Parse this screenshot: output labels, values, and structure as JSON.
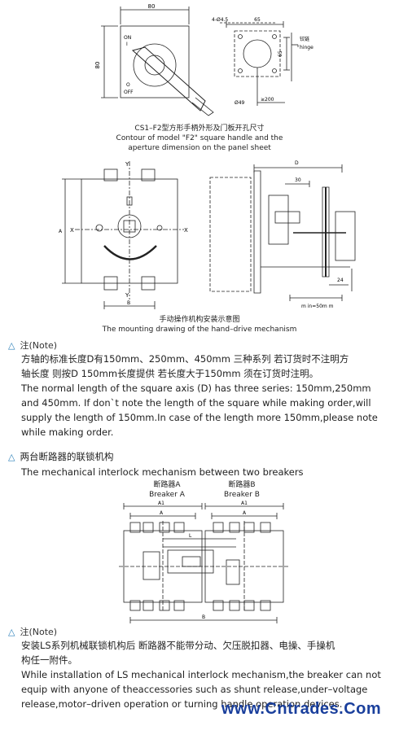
{
  "fig1": {
    "dim_80_top": "80",
    "dim_80_side": "80",
    "dim_holes": "4-Ø4.5",
    "dim_65_top": "65",
    "dim_65_side": "65",
    "label_on": "ON",
    "label_i": "I",
    "label_o": "O",
    "label_off": "OFF",
    "label_d49": "Ø49",
    "label_200": "≥200",
    "label_hinge_cn": "铰链",
    "label_hinge_en": "hinge",
    "caption_cn": "CS1–F2型方形手柄外形及门板开孔尺寸",
    "caption_en_1": "Contour of model \"F2\" square handle and the",
    "caption_en_2": "aperture dimension on the panel sheet"
  },
  "fig2": {
    "label_y_top": "Y",
    "label_y_bottom": "Y",
    "label_x_left": "X",
    "label_x_right": "X",
    "label_a": "A",
    "label_b": "B",
    "label_d": "D",
    "label_30": "30",
    "label_24": "24",
    "label_min": "m in=50m m",
    "caption_cn": "手动操作机构安装示意图",
    "caption_en": "The mounting drawing of the hand–drive mechanism"
  },
  "note1": {
    "heading": "注(Note)",
    "cn_1": "方轴的标准长度D有150mm、250mm、450mm 三种系列    若订货时不注明方",
    "cn_2": "轴长度    则按D    150mm长度提供    若长度大于150mm    须在订货时注明。",
    "en_1": "The normal length of the square axis (D) has three series: 150mm,250mm",
    "en_2": "and 450mm. If don`t note the length of the square while making order,will",
    "en_3": "supply the length of 150mm.In case of the length more 150mm,please note",
    "en_4": "while making order."
  },
  "section2": {
    "heading_cn": "两台断路器的联锁机构",
    "heading_en": "The mechanical interlock mechanism between two breakers",
    "breaker_a_cn": "断路器A",
    "breaker_a_en": "Breaker A",
    "breaker_b_cn": "断路器B",
    "breaker_b_en": "Breaker B",
    "label_a1_left": "A1",
    "label_a_left": "A",
    "label_a1_right": "A1",
    "label_a_right": "A",
    "label_l": "L",
    "label_b": "B"
  },
  "note2": {
    "heading": "注(Note)",
    "cn_1": "安装LS系列机械联锁机构后    断路器不能带分动、欠压脱扣器、电操、手操机",
    "cn_2": "构任一附件。",
    "en_1": "While installation of LS mechanical interlock mechanism,the breaker can not",
    "en_2": "equip with anyone of theaccessories such as shunt release,under–voltage",
    "en_3": "release,motor–driven operation or turning handle operation devices."
  },
  "watermark": "www.Cntrades.Com",
  "colors": {
    "triangle": "#2a7fb8",
    "watermark": "#1a3f9c"
  }
}
